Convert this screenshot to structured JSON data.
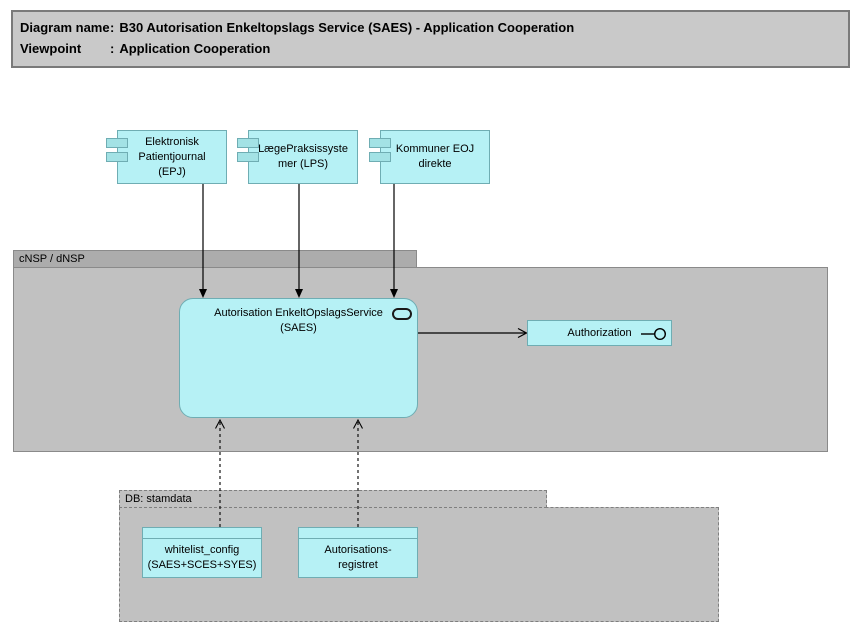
{
  "title_block": {
    "rows": [
      {
        "label": "Diagram name",
        "separator": ":",
        "value": "B30 Autorisation Enkeltopslags Service (SAES) - Application Cooperation"
      },
      {
        "label": "Viewpoint",
        "separator": ":",
        "value": "Application Cooperation"
      }
    ]
  },
  "groups": {
    "nsp": {
      "label": "cNSP / dNSP"
    },
    "db": {
      "label": "DB: stamdata"
    }
  },
  "components": [
    {
      "id": "epj",
      "lines": [
        "Elektronisk",
        "Patientjournal",
        "(EPJ)"
      ]
    },
    {
      "id": "lps",
      "lines": [
        "LægePraksissyste",
        "mer (LPS)"
      ]
    },
    {
      "id": "kommuner",
      "lines": [
        "Kommuner EOJ",
        "direkte"
      ]
    }
  ],
  "service": {
    "lines": [
      "Autorisation EnkeltOpslagsService",
      "(SAES)"
    ]
  },
  "interface": {
    "label": "Authorization"
  },
  "data_objects": [
    {
      "id": "whitelist",
      "lines": [
        "whitelist_config",
        "(SAES+SCES+SYES)"
      ]
    },
    {
      "id": "autorisationsregistret",
      "lines": [
        "Autorisations-",
        "registret"
      ]
    }
  ],
  "icons": {
    "component_icon": "uml-component-rectangles",
    "service_icon": "rounded-oval-outline",
    "interface_icon": "lollipop-line-and-circle"
  },
  "colors": {
    "element_fill": "#B6F1F5",
    "element_border": "#6FADB3",
    "component_icon_fill": "#A3E2E5",
    "group_tab_fill": "#ACACAC",
    "group_body_fill": "#C1C1C1",
    "title_fill": "#C9C9C9",
    "title_border": "#7A7A7A",
    "connector": "#000000"
  }
}
